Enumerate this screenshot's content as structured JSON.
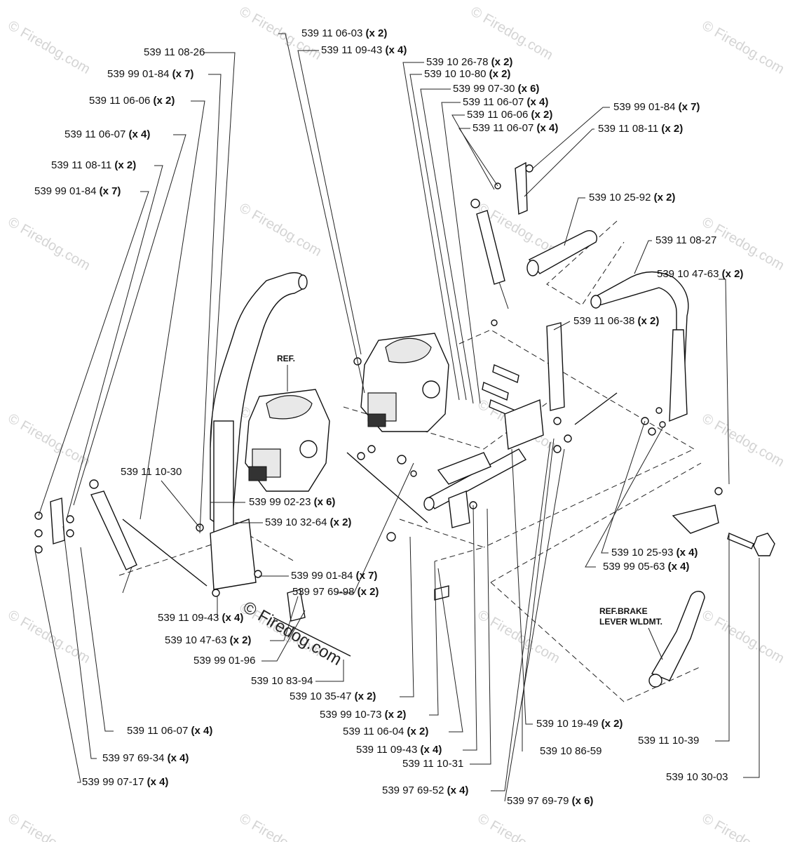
{
  "watermark": {
    "text": "© Firedog.com",
    "center_text": "© Firedog.com"
  },
  "notes": {
    "ref": "REF.",
    "brake_line1": "REF.BRAKE",
    "brake_line2": "LEVER WLDMT."
  },
  "callouts": [
    {
      "part": "539 11 06-03",
      "qty": "(x 2)"
    },
    {
      "part": "539 11 09-43",
      "qty": "(x 4)"
    },
    {
      "part": "539 10 26-78",
      "qty": "(x 2)"
    },
    {
      "part": "539 10 10-80",
      "qty": "(x 2)"
    },
    {
      "part": "539 99 07-30",
      "qty": "(x 6)"
    },
    {
      "part": "539 11 06-07",
      "qty": "(x 4)"
    },
    {
      "part": "539 11 06-06",
      "qty": "(x 2)"
    },
    {
      "part": "539 11 06-07",
      "qty": "(x 4)"
    },
    {
      "part": "539 99 01-84",
      "qty": "(x 7)"
    },
    {
      "part": "539 11 08-11",
      "qty": "(x 2)"
    },
    {
      "part": "539 10 25-92",
      "qty": "(x 2)"
    },
    {
      "part": "539 11 08-27",
      "qty": ""
    },
    {
      "part": "539 10 47-63",
      "qty": "(x 2)"
    },
    {
      "part": "539 11 06-38",
      "qty": "(x 2)"
    },
    {
      "part": "539 11 08-26",
      "qty": ""
    },
    {
      "part": "539 99 01-84",
      "qty": "(x 7)"
    },
    {
      "part": "539 11 06-06",
      "qty": "(x 2)"
    },
    {
      "part": "539 11 06-07",
      "qty": "(x 4)"
    },
    {
      "part": "539 11 08-11",
      "qty": "(x 2)"
    },
    {
      "part": "539 99 01-84",
      "qty": "(x 7)"
    },
    {
      "part": "539 11 10-30",
      "qty": ""
    },
    {
      "part": "539 99 02-23",
      "qty": "(x 6)"
    },
    {
      "part": "539 10 32-64",
      "qty": "(x 2)"
    },
    {
      "part": "539 99 01-84",
      "qty": "(x 7)"
    },
    {
      "part": "539 97 69-98",
      "qty": "(x 2)"
    },
    {
      "part": "539 11 09-43",
      "qty": "(x 4)"
    },
    {
      "part": "539 10 47-63",
      "qty": "(x 2)"
    },
    {
      "part": "539 99 01-96",
      "qty": ""
    },
    {
      "part": "539 10 83-94",
      "qty": ""
    },
    {
      "part": "539 10 35-47",
      "qty": "(x 2)"
    },
    {
      "part": "539 99 10-73",
      "qty": "(x 2)"
    },
    {
      "part": "539 11 06-04",
      "qty": "(x 2)"
    },
    {
      "part": "539 11 09-43",
      "qty": "(x 4)"
    },
    {
      "part": "539 11 10-31",
      "qty": ""
    },
    {
      "part": "539 11 06-07",
      "qty": "(x 4)"
    },
    {
      "part": "539 97 69-34",
      "qty": "(x 4)"
    },
    {
      "part": "539 99 07-17",
      "qty": "(x 4)"
    },
    {
      "part": "539 97 69-52",
      "qty": "(x 4)"
    },
    {
      "part": "539 97 69-79",
      "qty": "(x 6)"
    },
    {
      "part": "539 10 25-93",
      "qty": "(x 4)"
    },
    {
      "part": "539 99 05-63",
      "qty": "(x 4)"
    },
    {
      "part": "539 10 19-49",
      "qty": "(x 2)"
    },
    {
      "part": "539 10 86-59",
      "qty": ""
    },
    {
      "part": "539 11 10-39",
      "qty": ""
    },
    {
      "part": "539 10 30-03",
      "qty": ""
    }
  ]
}
